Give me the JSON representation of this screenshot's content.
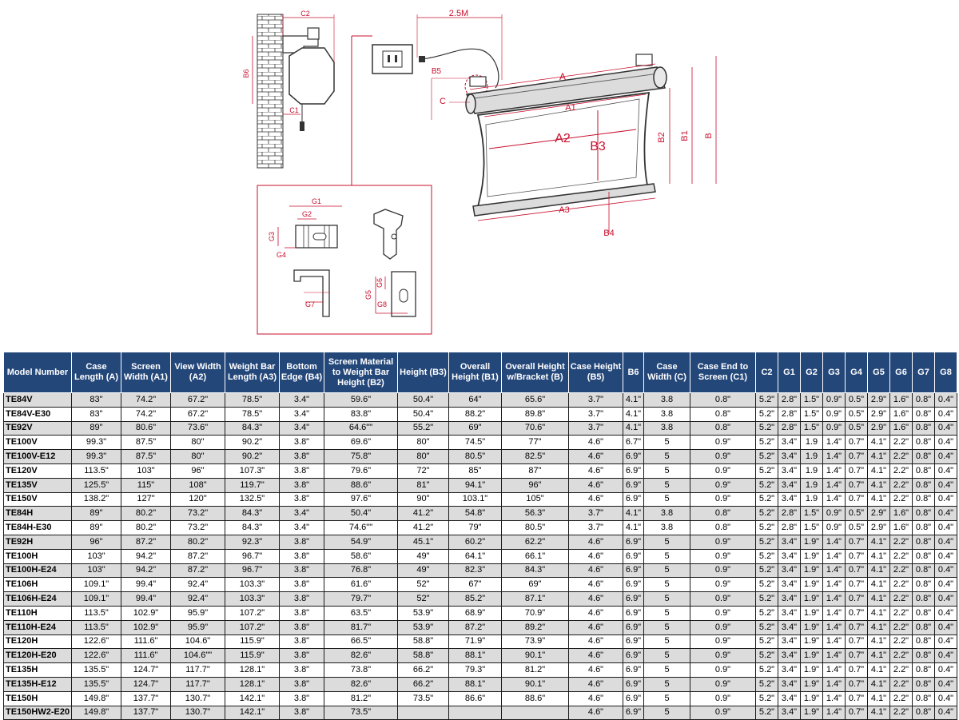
{
  "diagram": {
    "side_view": {
      "c2": "C2",
      "b6": "B6",
      "c1": "C1"
    },
    "main_view": {
      "cable": "2.5M",
      "b5": "B5",
      "c": "C",
      "a": "A",
      "a1": "A1",
      "a2": "A2",
      "b3": "B3",
      "a3": "A3",
      "b4": "B4",
      "b2": "B2",
      "b1": "B1",
      "b": "B"
    },
    "bracket_view": {
      "g1": "G1",
      "g2": "G2",
      "g3": "G3",
      "g4": "G4",
      "g5": "G5",
      "g6": "G6",
      "g7": "G7",
      "g8": "G8"
    }
  },
  "table": {
    "headers": [
      "Model Number",
      "Case Length (A)",
      "Screen Width (A1)",
      "View Width (A2)",
      "Weight Bar Length (A3)",
      "Bottom Edge (B4)",
      "Screen Material to Weight Bar Height (B2)",
      "Height (B3)",
      "Overall Height (B1)",
      "Overall Height w/Bracket (B)",
      "Case Height (B5)",
      "B6",
      "Case Width (C)",
      "Case End to Screen (C1)",
      "C2",
      "G1",
      "G2",
      "G3",
      "G4",
      "G5",
      "G6",
      "G7",
      "G8"
    ],
    "rows": [
      [
        "TE84V",
        "83\"",
        "74.2\"",
        "67.2\"",
        "78.5\"",
        "3.4\"",
        "59.6\"",
        "50.4\"",
        "64\"",
        "65.6\"",
        "3.7\"",
        "4.1\"",
        "3.8",
        "0.8\"",
        "5.2\"",
        "2.8\"",
        "1.5\"",
        "0.9\"",
        "0.5\"",
        "2.9\"",
        "1.6\"",
        "0.8\"",
        "0.4\""
      ],
      [
        "TE84V-E30",
        "83\"",
        "74.2\"",
        "67.2\"",
        "78.5\"",
        "3.4\"",
        "83.8\"",
        "50.4\"",
        "88.2\"",
        "89.8\"",
        "3.7\"",
        "4.1\"",
        "3.8",
        "0.8\"",
        "5.2\"",
        "2.8\"",
        "1.5\"",
        "0.9\"",
        "0.5\"",
        "2.9\"",
        "1.6\"",
        "0.8\"",
        "0.4\""
      ],
      [
        "TE92V",
        "89\"",
        "80.6\"",
        "73.6\"",
        "84.3\"",
        "3.4\"",
        "64.6\"\"",
        "55.2\"",
        "69\"",
        "70.6\"",
        "3.7\"",
        "4.1\"",
        "3.8",
        "0.8\"",
        "5.2\"",
        "2.8\"",
        "1.5\"",
        "0.9\"",
        "0.5\"",
        "2.9\"",
        "1.6\"",
        "0.8\"",
        "0.4\""
      ],
      [
        "TE100V",
        "99.3\"",
        "87.5\"",
        "80\"",
        "90.2\"",
        "3.8\"",
        "69.6\"",
        "80\"",
        "74.5\"",
        "77\"",
        "4.6\"",
        "6.7\"",
        "5",
        "0.9\"",
        "5.2\"",
        "3.4\"",
        "1.9",
        "1.4\"",
        "0.7\"",
        "4.1\"",
        "2.2\"",
        "0.8\"",
        "0.4\""
      ],
      [
        "TE100V-E12",
        "99.3\"",
        "87.5\"",
        "80\"",
        "90.2\"",
        "3.8\"",
        "75.8\"",
        "80\"",
        "80.5\"",
        "82.5\"",
        "4.6\"",
        "6.9\"",
        "5",
        "0.9\"",
        "5.2\"",
        "3.4\"",
        "1.9",
        "1.4\"",
        "0.7\"",
        "4.1\"",
        "2.2\"",
        "0.8\"",
        "0.4\""
      ],
      [
        "TE120V",
        "113.5\"",
        "103\"",
        "96\"",
        "107.3\"",
        "3.8\"",
        "79.6\"",
        "72\"",
        "85\"",
        "87\"",
        "4.6\"",
        "6.9\"",
        "5",
        "0.9\"",
        "5.2\"",
        "3.4\"",
        "1.9",
        "1.4\"",
        "0.7\"",
        "4.1\"",
        "2.2\"",
        "0.8\"",
        "0.4\""
      ],
      [
        "TE135V",
        "125.5\"",
        "115\"",
        "108\"",
        "119.7\"",
        "3.8\"",
        "88.6\"",
        "81\"",
        "94.1\"",
        "96\"",
        "4.6\"",
        "6.9\"",
        "5",
        "0.9\"",
        "5.2\"",
        "3.4\"",
        "1.9",
        "1.4\"",
        "0.7\"",
        "4.1\"",
        "2.2\"",
        "0.8\"",
        "0.4\""
      ],
      [
        "TE150V",
        "138.2\"",
        "127\"",
        "120\"",
        "132.5\"",
        "3.8\"",
        "97.6\"",
        "90\"",
        "103.1\"",
        "105\"",
        "4.6\"",
        "6.9\"",
        "5",
        "0.9\"",
        "5.2\"",
        "3.4\"",
        "1.9",
        "1.4\"",
        "0.7\"",
        "4.1\"",
        "2.2\"",
        "0.8\"",
        "0.4\""
      ],
      [
        "TE84H",
        "89\"",
        "80.2\"",
        "73.2\"",
        "84.3\"",
        "3.4\"",
        "50.4\"",
        "41.2\"",
        "54.8\"",
        "56.3\"",
        "3.7\"",
        "4.1\"",
        "3.8",
        "0.8\"",
        "5.2\"",
        "2.8\"",
        "1.5\"",
        "0.9\"",
        "0.5\"",
        "2.9\"",
        "1.6\"",
        "0.8\"",
        "0.4\""
      ],
      [
        "TE84H-E30",
        "89\"",
        "80.2\"",
        "73.2\"",
        "84.3\"",
        "3.4\"",
        "74.6\"\"",
        "41.2\"",
        "79\"",
        "80.5\"",
        "3.7\"",
        "4.1\"",
        "3.8",
        "0.8\"",
        "5.2\"",
        "2.8\"",
        "1.5\"",
        "0.9\"",
        "0.5\"",
        "2.9\"",
        "1.6\"",
        "0.8\"",
        "0.4\""
      ],
      [
        "TE92H",
        "96\"",
        "87.2\"",
        "80.2\"",
        "92.3\"",
        "3.8\"",
        "54.9\"",
        "45.1\"",
        "60.2\"",
        "62.2\"",
        "4.6\"",
        "6.9\"",
        "5",
        "0.9\"",
        "5.2\"",
        "3.4\"",
        "1.9\"",
        "1.4\"",
        "0.7\"",
        "4.1\"",
        "2.2\"",
        "0.8\"",
        "0.4\""
      ],
      [
        "TE100H",
        "103\"",
        "94.2\"",
        "87.2\"",
        "96.7\"",
        "3.8\"",
        "58.6\"",
        "49\"",
        "64.1\"",
        "66.1\"",
        "4.6\"",
        "6.9\"",
        "5",
        "0.9\"",
        "5.2\"",
        "3.4\"",
        "1.9\"",
        "1.4\"",
        "0.7\"",
        "4.1\"",
        "2.2\"",
        "0.8\"",
        "0.4\""
      ],
      [
        "TE100H-E24",
        "103\"",
        "94.2\"",
        "87.2\"",
        "96.7\"",
        "3.8\"",
        "76.8\"",
        "49\"",
        "82.3\"",
        "84.3\"",
        "4.6\"",
        "6.9\"",
        "5",
        "0.9\"",
        "5.2\"",
        "3.4\"",
        "1.9\"",
        "1.4\"",
        "0.7\"",
        "4.1\"",
        "2.2\"",
        "0.8\"",
        "0.4\""
      ],
      [
        "TE106H",
        "109.1\"",
        "99.4\"",
        "92.4\"",
        "103.3\"",
        "3.8\"",
        "61.6\"",
        "52\"",
        "67\"",
        "69\"",
        "4.6\"",
        "6.9\"",
        "5",
        "0.9\"",
        "5.2\"",
        "3.4\"",
        "1.9\"",
        "1.4\"",
        "0.7\"",
        "4.1\"",
        "2.2\"",
        "0.8\"",
        "0.4\""
      ],
      [
        "TE106H-E24",
        "109.1\"",
        "99.4\"",
        "92.4\"",
        "103.3\"",
        "3.8\"",
        "79.7\"",
        "52\"",
        "85.2\"",
        "87.1\"",
        "4.6\"",
        "6.9\"",
        "5",
        "0.9\"",
        "5.2\"",
        "3.4\"",
        "1.9\"",
        "1.4\"",
        "0.7\"",
        "4.1\"",
        "2.2\"",
        "0.8\"",
        "0.4\""
      ],
      [
        "TE110H",
        "113.5\"",
        "102.9\"",
        "95.9\"",
        "107.2\"",
        "3.8\"",
        "63.5\"",
        "53.9\"",
        "68.9\"",
        "70.9\"",
        "4.6\"",
        "6.9\"",
        "5",
        "0.9\"",
        "5.2\"",
        "3.4\"",
        "1.9\"",
        "1.4\"",
        "0.7\"",
        "4.1\"",
        "2.2\"",
        "0.8\"",
        "0.4\""
      ],
      [
        "TE110H-E24",
        "113.5\"",
        "102.9\"",
        "95.9\"",
        "107.2\"",
        "3.8\"",
        "81.7\"",
        "53.9\"",
        "87.2\"",
        "89.2\"",
        "4.6\"",
        "6.9\"",
        "5",
        "0.9\"",
        "5.2\"",
        "3.4\"",
        "1.9\"",
        "1.4\"",
        "0.7\"",
        "4.1\"",
        "2.2\"",
        "0.8\"",
        "0.4\""
      ],
      [
        "TE120H",
        "122.6\"",
        "111.6\"",
        "104.6\"",
        "115.9\"",
        "3.8\"",
        "66.5\"",
        "58.8\"",
        "71.9\"",
        "73.9\"",
        "4.6\"",
        "6.9\"",
        "5",
        "0.9\"",
        "5.2\"",
        "3.4\"",
        "1.9\"",
        "1.4\"",
        "0.7\"",
        "4.1\"",
        "2.2\"",
        "0.8\"",
        "0.4\""
      ],
      [
        "TE120H-E20",
        "122.6\"",
        "111.6\"",
        "104.6\"\"",
        "115.9\"",
        "3.8\"",
        "82.6\"",
        "58.8\"",
        "88.1\"",
        "90.1\"",
        "4.6\"",
        "6.9\"",
        "5",
        "0.9\"",
        "5.2\"",
        "3.4\"",
        "1.9\"",
        "1.4\"",
        "0.7\"",
        "4.1\"",
        "2.2\"",
        "0.8\"",
        "0.4\""
      ],
      [
        "TE135H",
        "135.5\"",
        "124.7\"",
        "117.7\"",
        "128.1\"",
        "3.8\"",
        "73.8\"",
        "66.2\"",
        "79.3\"",
        "81.2\"",
        "4.6\"",
        "6.9\"",
        "5",
        "0.9\"",
        "5.2\"",
        "3.4\"",
        "1.9\"",
        "1.4\"",
        "0.7\"",
        "4.1\"",
        "2.2\"",
        "0.8\"",
        "0.4\""
      ],
      [
        "TE135H-E12",
        "135.5\"",
        "124.7\"",
        "117.7\"",
        "128.1\"",
        "3.8\"",
        "82.6\"",
        "66.2\"",
        "88.1\"",
        "90.1\"",
        "4.6\"",
        "6.9\"",
        "5",
        "0.9\"",
        "5.2\"",
        "3.4\"",
        "1.9\"",
        "1.4\"",
        "0.7\"",
        "4.1\"",
        "2.2\"",
        "0.8\"",
        "0.4\""
      ],
      [
        "TE150H",
        "149.8\"",
        "137.7\"",
        "130.7\"",
        "142.1\"",
        "3.8\"",
        "81.2\"",
        "73.5\"",
        "86.6\"",
        "88.6\"",
        "4.6\"",
        "6.9\"",
        "5",
        "0.9\"",
        "5.2\"",
        "3.4\"",
        "1.9\"",
        "1.4\"",
        "0.7\"",
        "4.1\"",
        "2.2\"",
        "0.8\"",
        "0.4\""
      ],
      [
        "TE150HW2-E20",
        "149.8\"",
        "137.7\"",
        "130.7\"",
        "142.1\"",
        "3.8\"",
        "73.5\"",
        "",
        "",
        "",
        "4.6\"",
        "6.9\"",
        "5",
        "0.9\"",
        "5.2\"",
        "3.4\"",
        "1.9\"",
        "1.4\"",
        "0.7\"",
        "4.1\"",
        "2.2\"",
        "0.8\"",
        "0.4\""
      ]
    ]
  }
}
